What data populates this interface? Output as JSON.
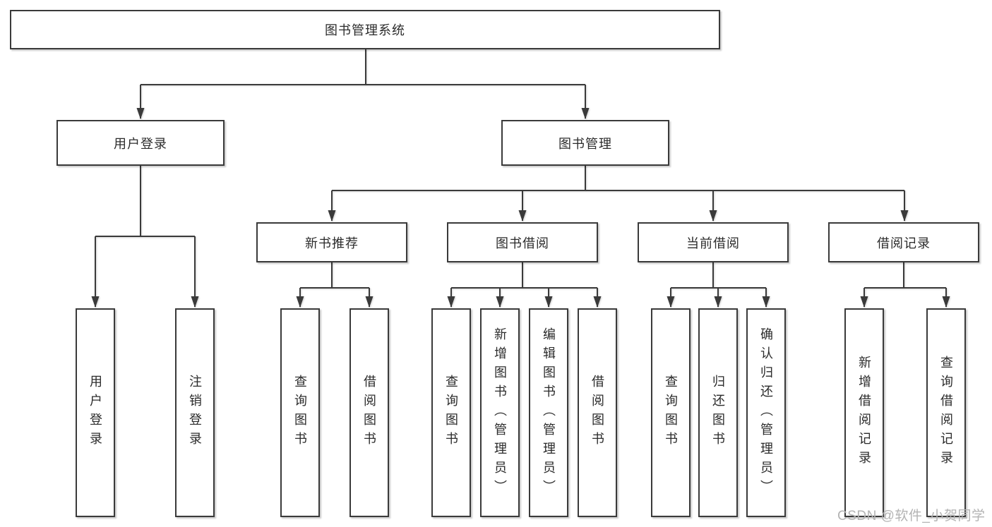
{
  "tree": {
    "root": {
      "label": "图书管理系统"
    },
    "children": [
      {
        "label": "用户登录",
        "children": [
          {
            "label": "用户登录"
          },
          {
            "label": "注销登录"
          }
        ]
      },
      {
        "label": "图书管理",
        "children": [
          {
            "label": "新书推荐",
            "children": [
              {
                "label": "查询图书"
              },
              {
                "label": "借阅图书"
              }
            ]
          },
          {
            "label": "图书借阅",
            "children": [
              {
                "label": "查询图书"
              },
              {
                "label": "新增图书（管理员）"
              },
              {
                "label": "编辑图书（管理员）"
              },
              {
                "label": "借阅图书"
              }
            ]
          },
          {
            "label": "当前借阅",
            "children": [
              {
                "label": "查询图书"
              },
              {
                "label": "归还图书"
              },
              {
                "label": "确认归还（管理员）"
              }
            ]
          },
          {
            "label": "借阅记录",
            "children": [
              {
                "label": "新增借阅记录"
              },
              {
                "label": "查询借阅记录"
              }
            ]
          }
        ]
      }
    ]
  },
  "watermark": "CSDN @软件_小贺同学",
  "colors": {
    "line": "#3a3a3a",
    "text": "#2b2b2b",
    "background": "#ffffff",
    "watermark": "#b3b3b3"
  }
}
